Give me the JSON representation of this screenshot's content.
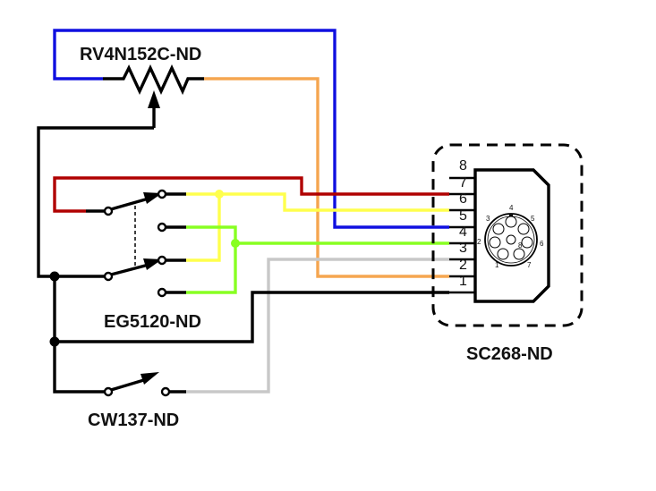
{
  "labels": {
    "potentiometer": "RV4N152C-ND",
    "switch_dpdt": "EG5120-ND",
    "switch_spst": "CW137-ND",
    "connector": "SC268-ND"
  },
  "connector_pins": [
    "8",
    "7",
    "6",
    "5",
    "4",
    "3",
    "2",
    "1"
  ],
  "connector_face_numbers": [
    "1",
    "2",
    "3",
    "4",
    "5",
    "6",
    "7",
    "8"
  ],
  "colors": {
    "blue": "#1010e0",
    "orange": "#f5a650",
    "red": "#b00000",
    "yellow": "#ffff4d",
    "green": "#88ff22",
    "gray": "#c8c8c8",
    "black": "#000000"
  }
}
